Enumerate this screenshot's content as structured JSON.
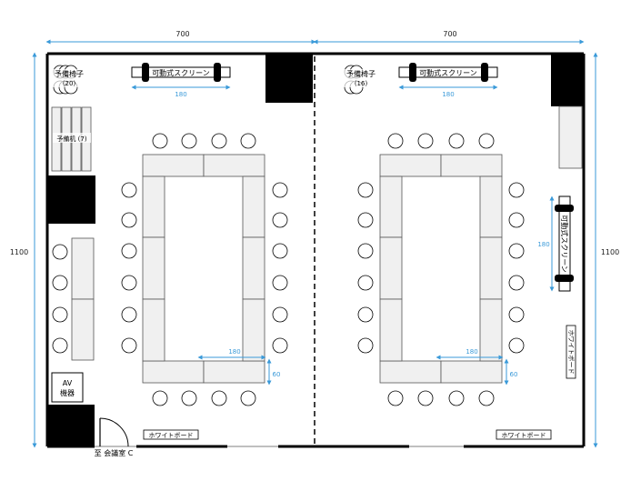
{
  "dimensions": {
    "left_width": "700",
    "right_width": "700",
    "left_height": "1100",
    "right_height": "1100",
    "screen_width_left": "180",
    "screen_width_right": "180",
    "screen_width_side": "180",
    "table_length_left": "180",
    "table_depth_left": "60",
    "table_length_right": "180",
    "table_depth_right": "60"
  },
  "labels": {
    "spare_chairs_left": "予備椅子",
    "spare_chairs_left_count": "(20)",
    "spare_chairs_right": "予備椅子",
    "spare_chairs_right_count": "(16)",
    "spare_desks": "予備机 (7)",
    "screen_left": "可動式スクリーン",
    "screen_right": "可動式スクリーン",
    "screen_side": "可動式スクリーン",
    "whiteboard_left": "ホワイトボード",
    "whiteboard_right": "ホワイトボード",
    "whiteboard_side": "ホワイトボード",
    "av_line1": "AV",
    "av_line2": "機器",
    "entrance": "至 会議室 C"
  },
  "colors": {
    "dimension": "#3a9ad9",
    "wall": "#000000",
    "table_fill": "#f0f0f0",
    "table_stroke": "#555555"
  }
}
